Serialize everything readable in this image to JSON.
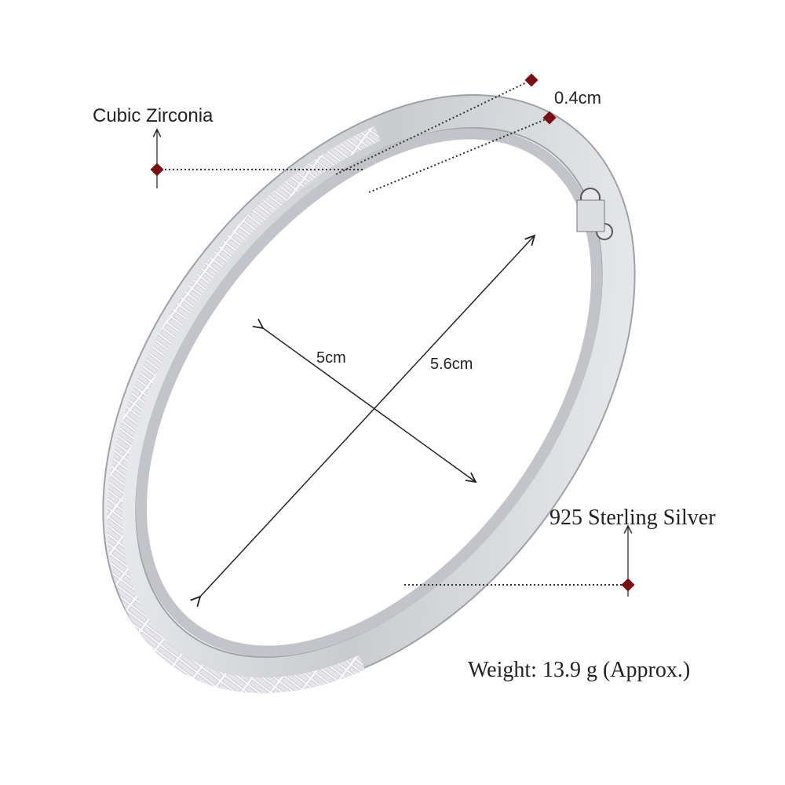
{
  "labels": {
    "stone": "Cubic Zirconia",
    "width": "0.4cm",
    "inner_diameter": "5cm",
    "outer_diameter": "5.6cm",
    "material": "925 Sterling Silver",
    "weight": "Weight: 13.9 g (Approx.)"
  },
  "colors": {
    "marker": "#7a0f14",
    "silver": "#d9dadd",
    "line": "#333333"
  }
}
